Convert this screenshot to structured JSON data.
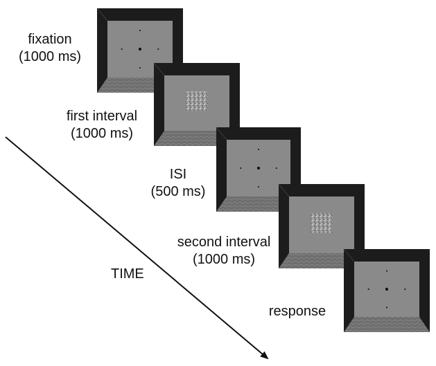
{
  "stages": [
    {
      "id": "fixation",
      "label": "fixation",
      "duration": "(1000 ms)",
      "screen": "fixation"
    },
    {
      "id": "first-interval",
      "label": "first interval",
      "duration": "(1000 ms)",
      "screen": "texture"
    },
    {
      "id": "isi",
      "label": "ISI",
      "duration": "(500 ms)",
      "screen": "fixation"
    },
    {
      "id": "second-interval",
      "label": "second interval",
      "duration": "(1000 ms)",
      "screen": "texture"
    },
    {
      "id": "response",
      "label": "response",
      "duration": "",
      "screen": "fixation"
    }
  ],
  "time_axis": {
    "label": "TIME"
  },
  "colors": {
    "frame": "#1c1c1c",
    "screen": "#8a8a8a",
    "floor": "#6e6e6e",
    "arrow": "#111111",
    "text": "#111111"
  }
}
